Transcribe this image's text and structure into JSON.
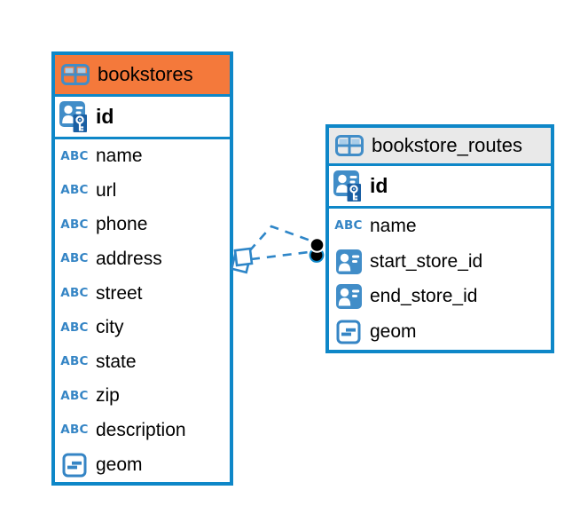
{
  "colors": {
    "table_border": "#0E87C8",
    "bookstores_header_bg": "#F4793B",
    "routes_header_bg": "#E9E9E9",
    "icon_blue": "#418DC8",
    "icon_blue_dark": "#1A5FA3",
    "abc_blue": "#3585C5",
    "table_icon_cell": "#A9CDE9",
    "dash_blue": "#2E86C8",
    "endpoint_black": "#000000"
  },
  "icons": {
    "text_type_label": "ABC"
  },
  "tables": [
    {
      "name": "bookstores",
      "pk": {
        "name": "id"
      },
      "fields": [
        {
          "name": "name",
          "type": "text"
        },
        {
          "name": "url",
          "type": "text"
        },
        {
          "name": "phone",
          "type": "text"
        },
        {
          "name": "address",
          "type": "text"
        },
        {
          "name": "street",
          "type": "text"
        },
        {
          "name": "city",
          "type": "text"
        },
        {
          "name": "state",
          "type": "text"
        },
        {
          "name": "zip",
          "type": "text"
        },
        {
          "name": "description",
          "type": "text"
        },
        {
          "name": "geom",
          "type": "geometry"
        }
      ]
    },
    {
      "name": "bookstore_routes",
      "pk": {
        "name": "id"
      },
      "fields": [
        {
          "name": "name",
          "type": "text"
        },
        {
          "name": "start_store_id",
          "type": "reference"
        },
        {
          "name": "end_store_id",
          "type": "reference"
        },
        {
          "name": "geom",
          "type": "geometry"
        }
      ]
    }
  ],
  "relationship": {
    "from": "bookstores",
    "to": "bookstore_routes",
    "line_style": "dashed",
    "lines": 2
  }
}
